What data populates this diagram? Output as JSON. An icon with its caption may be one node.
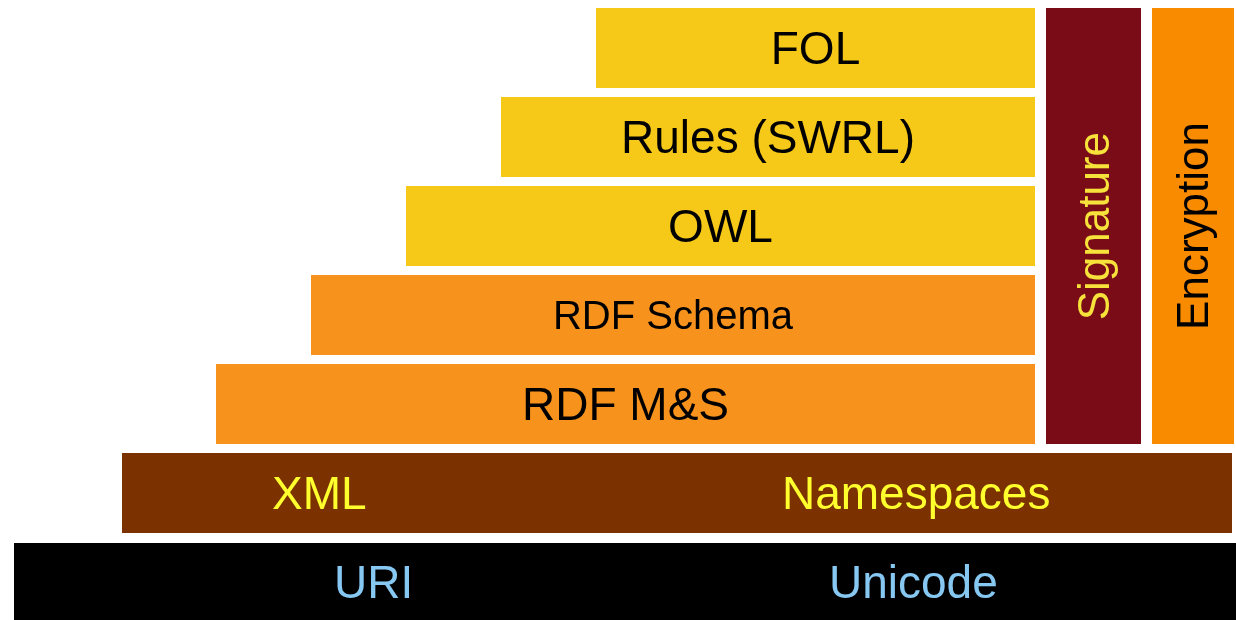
{
  "diagram": {
    "nodes": [
      {
        "text": [
          "FOL"
        ]
      },
      {
        "text": [
          "Rules (SWRL)"
        ]
      },
      {
        "text": [
          "OWL"
        ]
      },
      {
        "text": [
          "RDF Schema"
        ]
      },
      {
        "text": [
          "RDF M&S"
        ]
      },
      {
        "text": [
          "Signature"
        ]
      },
      {
        "text": [
          "Encryption"
        ]
      },
      {
        "text": [
          "XML",
          "Namespaces"
        ]
      },
      {
        "text": [
          "URI",
          "Unicode"
        ]
      }
    ]
  }
}
